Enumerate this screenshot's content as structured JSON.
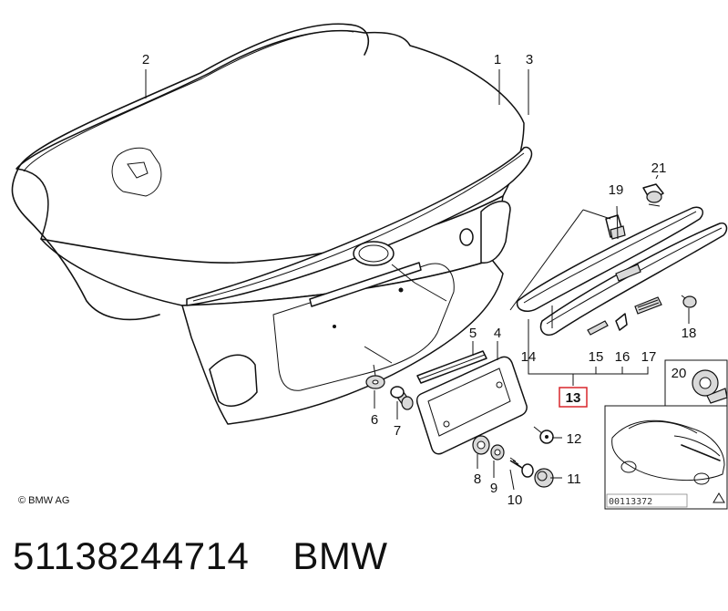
{
  "copyright": "© BMW AG",
  "image_number": "00113372",
  "part_number": "51138244714",
  "brand": "BMW",
  "highlighted_label": "13",
  "callouts": [
    "1",
    "2",
    "3",
    "4",
    "5",
    "6",
    "7",
    "8",
    "9",
    "10",
    "11",
    "12",
    "13",
    "14",
    "15",
    "16",
    "17",
    "18",
    "19",
    "20",
    "21"
  ]
}
